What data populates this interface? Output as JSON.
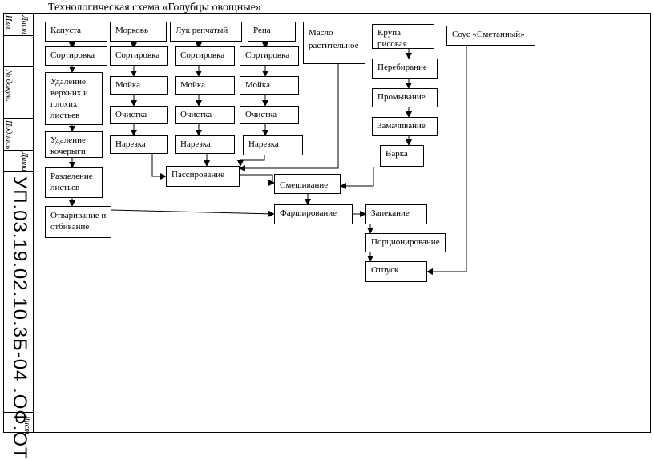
{
  "title": "Технологическая схема «Голубцы овощные»",
  "side_labels": {
    "izm": "Изм.",
    "list": "Лист",
    "doc": "№ докум.",
    "sign": "Подпись",
    "date": "Дата"
  },
  "document_code": "УП.03.19.02.10.3Б-04 .ОФ.ОТ",
  "corner_label": "Лист",
  "nodes": {
    "kapusta": "Капуста",
    "sort_kapusta": "Сортировка",
    "udalenie_listev": "Удаление верхних и плохих листьев",
    "udalenie_kocheryg": "Удаление кочерыги",
    "razdelenie": "Разделение листьев",
    "otvarivanie": "Отваривание и отбивание",
    "morkov": "Морковь",
    "sort_morkov": "Сортировка",
    "moika_morkov": "Мойка",
    "ochistka_morkov": "Очистка",
    "narezka_morkov": "Нарезка",
    "luk": "Лук репчатый",
    "sort_luk": "Сортировка",
    "moika_luk": "Мойка",
    "ochistka_luk": "Очистка",
    "narezka_luk": "Нарезка",
    "repa": "Репа",
    "sort_repa": "Сортировка",
    "moika_repa": "Мойка",
    "ochistka_repa": "Очистка",
    "narezka_repa": "Нарезка",
    "maslo": "Масло растительное",
    "krupa": "Крупа рисовая",
    "perebiranie": "Перебирание",
    "promyvanie": "Промывание",
    "zamachivanie": "Замачивание",
    "varka": "Варка",
    "sous": "Соус «Сметанный»",
    "passirovanie": "Пассирование",
    "smeshivanie": "Смешивание",
    "farshirovanie": "Фарширование",
    "zapekanie": "Запекание",
    "porcionirovanie": "Порционирование",
    "otpusk": "Отпуск"
  }
}
